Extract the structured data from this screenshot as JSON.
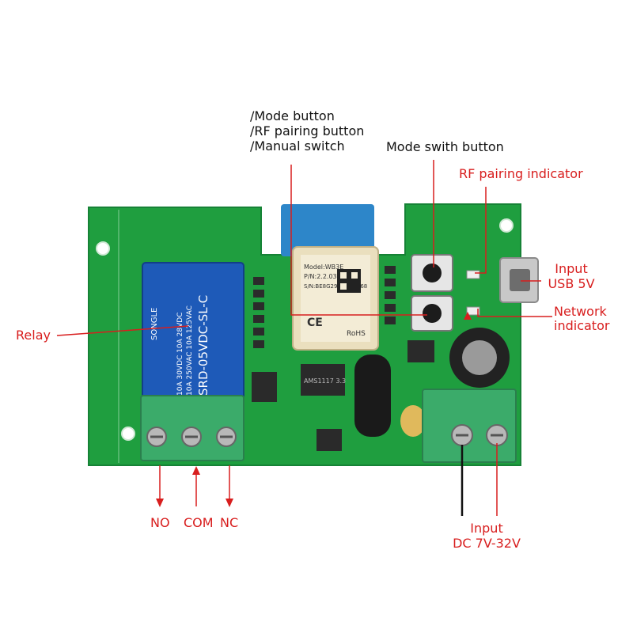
{
  "colors": {
    "pcb": "#1f9e3f",
    "pcb_dark": "#16823a",
    "relay": "#1e5ab8",
    "terminal": "#3bab6a",
    "label_red": "#d81e1e",
    "label_black": "#111111"
  },
  "labels": {
    "mode_button_1": "/Mode  button",
    "mode_button_2": "/RF pairing button",
    "mode_button_3": "/Manual switch",
    "mode_switch_button": "Mode swith button",
    "rf_pairing_indicator": "RF pairing indicator",
    "input_usb_1": "Input",
    "input_usb_2": "USB 5V",
    "network_indicator_1": "Network",
    "network_indicator_2": "indicator",
    "relay": "Relay",
    "no": "NO",
    "com": "COM",
    "nc": "NC",
    "input_dc_1": "Input",
    "input_dc_2": "DC 7V-32V"
  },
  "board_print": {
    "relay_brand": "SONGLE",
    "relay_model": "SRD-05VDC-SL-C",
    "relay_rating_1": "10A 250VAC  10A 125VAC",
    "relay_rating_2": "10A  30VDC  10A  28VDC",
    "module_line_1": "Model:WB3E",
    "module_line_2": "P/N:2.2.03.02194",
    "module_line_3": "S/N:BE8G29HBQ00068",
    "module_ce": "CE",
    "module_rohs": "RoHS",
    "regulator": "AMS1117  3.3"
  }
}
